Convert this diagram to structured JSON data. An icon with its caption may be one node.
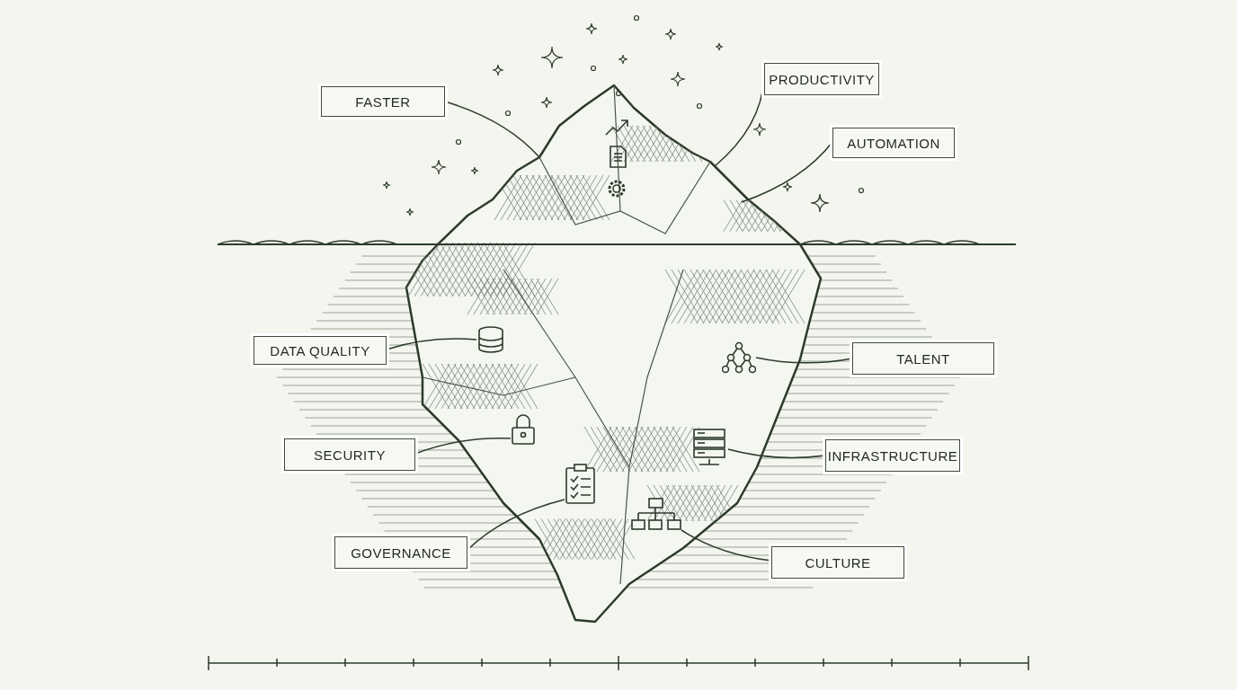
{
  "diagram": {
    "nodes": [
      {
        "text": [
          "FASTER"
        ]
      },
      {
        "text": [
          "PRODUCTIVITY"
        ]
      },
      {
        "text": [
          "AUTOMATION"
        ]
      },
      {
        "text": [
          "DATA QUALITY"
        ]
      },
      {
        "text": [
          "TALENT"
        ]
      },
      {
        "text": [
          "SECURITY"
        ]
      },
      {
        "text": [
          "INFRASTRUCTURE"
        ]
      },
      {
        "text": [
          "GOVERNANCE"
        ]
      },
      {
        "text": [
          "CULTURE"
        ]
      },
      {
        "text": [],
        "shape": "picture"
      },
      {
        "text": [],
        "shape": "picture"
      },
      {
        "text": [],
        "shape": "picture"
      },
      {
        "text": [],
        "shape": "picture"
      },
      {
        "text": [],
        "shape": "picture"
      },
      {
        "text": [],
        "shape": "picture"
      }
    ],
    "edges": [
      {
        "from": 0,
        "to": null,
        "arrow": "none"
      },
      {
        "from": 1,
        "to": null,
        "arrow": "none"
      },
      {
        "from": 2,
        "to": null,
        "arrow": "none"
      },
      {
        "from": 3,
        "to": 9,
        "arrow": "none"
      },
      {
        "from": 4,
        "to": 10,
        "arrow": "none"
      },
      {
        "from": 5,
        "to": 11,
        "arrow": "none"
      },
      {
        "from": 6,
        "to": 12,
        "arrow": "none"
      },
      {
        "from": 7,
        "to": 13,
        "arrow": "none"
      },
      {
        "from": 8,
        "to": 14,
        "arrow": "none"
      }
    ]
  }
}
